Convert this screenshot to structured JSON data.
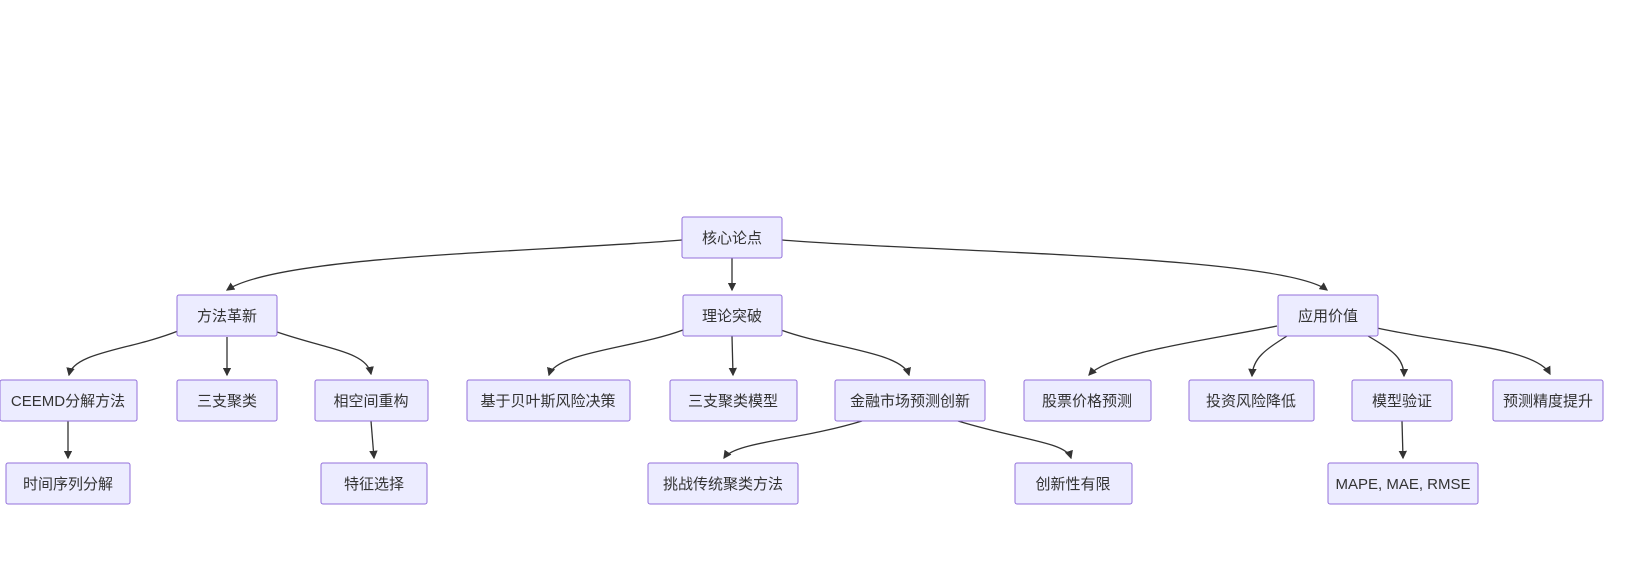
{
  "diagram": {
    "type": "flowchart-top-down",
    "background_color": "#ffffff",
    "node_fill_color": "#ECECFF",
    "node_border_color": "#9370DB",
    "edge_color": "#333333",
    "text_color": "#333333",
    "nodes": {
      "root": {
        "label": "核心论点"
      },
      "method": {
        "label": "方法革新"
      },
      "theory": {
        "label": "理论突破"
      },
      "application": {
        "label": "应用价值"
      },
      "ceemd": {
        "label": "CEEMD分解方法"
      },
      "three_way": {
        "label": "三支聚类"
      },
      "phase_space": {
        "label": "相空间重构"
      },
      "bayes": {
        "label": "基于贝叶斯风险决策"
      },
      "twc_model": {
        "label": "三支聚类模型"
      },
      "fin_innovation": {
        "label": "金融市场预测创新"
      },
      "stock_pred": {
        "label": "股票价格预测"
      },
      "risk_reduce": {
        "label": "投资风险降低"
      },
      "model_valid": {
        "label": "模型验证"
      },
      "accuracy": {
        "label": "预测精度提升"
      },
      "ts_decomp": {
        "label": "时间序列分解"
      },
      "feature_sel": {
        "label": "特征选择"
      },
      "challenge": {
        "label": "挑战传统聚类方法"
      },
      "limited_innov": {
        "label": "创新性有限"
      },
      "metrics": {
        "label": "MAPE, MAE, RMSE"
      }
    },
    "edges": [
      {
        "from": "root",
        "to": "method"
      },
      {
        "from": "root",
        "to": "theory"
      },
      {
        "from": "root",
        "to": "application"
      },
      {
        "from": "method",
        "to": "ceemd"
      },
      {
        "from": "method",
        "to": "three_way"
      },
      {
        "from": "method",
        "to": "phase_space"
      },
      {
        "from": "theory",
        "to": "bayes"
      },
      {
        "from": "theory",
        "to": "twc_model"
      },
      {
        "from": "theory",
        "to": "fin_innovation"
      },
      {
        "from": "application",
        "to": "stock_pred"
      },
      {
        "from": "application",
        "to": "risk_reduce"
      },
      {
        "from": "application",
        "to": "model_valid"
      },
      {
        "from": "application",
        "to": "accuracy"
      },
      {
        "from": "ceemd",
        "to": "ts_decomp"
      },
      {
        "from": "phase_space",
        "to": "feature_sel"
      },
      {
        "from": "fin_innovation",
        "to": "challenge"
      },
      {
        "from": "fin_innovation",
        "to": "limited_innov"
      },
      {
        "from": "model_valid",
        "to": "metrics"
      }
    ]
  }
}
